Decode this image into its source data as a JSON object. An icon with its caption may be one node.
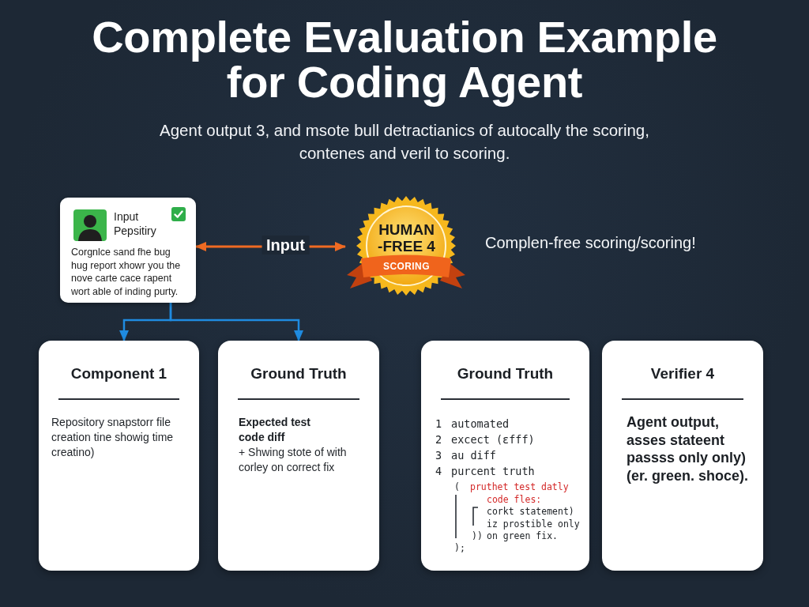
{
  "diagram": {
    "title": "Complete Evaluation Example for Coding Agent",
    "nodes": [
      {
        "text": [
          "Input Pepsitiry",
          "Corgnlce sand fhe bug hug report xhowr you the nove carte cace rapent wort able of inding purty."
        ]
      },
      {
        "text": [
          "HUMAN -FREE 4",
          "SCORING"
        ]
      },
      {
        "text": [
          "Component 1",
          "Repository snapstorr file creation tine showig time creatino)"
        ]
      },
      {
        "text": [
          "Ground Truth",
          "Expected test code diff",
          "+ Shwing stote of with corley on correct fix"
        ]
      },
      {
        "text": [
          "Ground Truth",
          "1",
          "automated",
          "2",
          "excect (ɛfff)",
          "3",
          "au diff",
          "4",
          "purcent truth",
          "(",
          "pruthet test datly code fles:",
          "corkt statement)",
          "iz prostible only",
          "))",
          "on green fix.",
          ");"
        ]
      },
      {
        "text": [
          "Verifier 4",
          "Agent output, asses stateent passss only only) (er. green. shoce)."
        ]
      }
    ],
    "edges": [
      {
        "from": 0,
        "to": 1,
        "arrow": "both",
        "label": "Input",
        "color": "#ef6a22"
      },
      {
        "from": 0,
        "to": 2,
        "arrow": "to"
      },
      {
        "from": 0,
        "to": 3,
        "arrow": "to"
      }
    ],
    "labels": [
      "Agent output 3, and msote bull detractianics of autocally the scoring, contenes and veril to scoring.",
      "Complen-free scoring/scoring!"
    ]
  }
}
